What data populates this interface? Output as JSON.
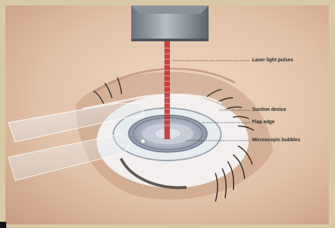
{
  "labels": {
    "laser": "Laser light pulses",
    "suction": "Suction device",
    "flap": "Flap edge",
    "bubbles": "Microscopic bubbles"
  },
  "colors": {
    "frame": "#d9c8a5",
    "skin": "#e6c7ad",
    "laser": "#c22a2a",
    "leader": "#333333"
  }
}
